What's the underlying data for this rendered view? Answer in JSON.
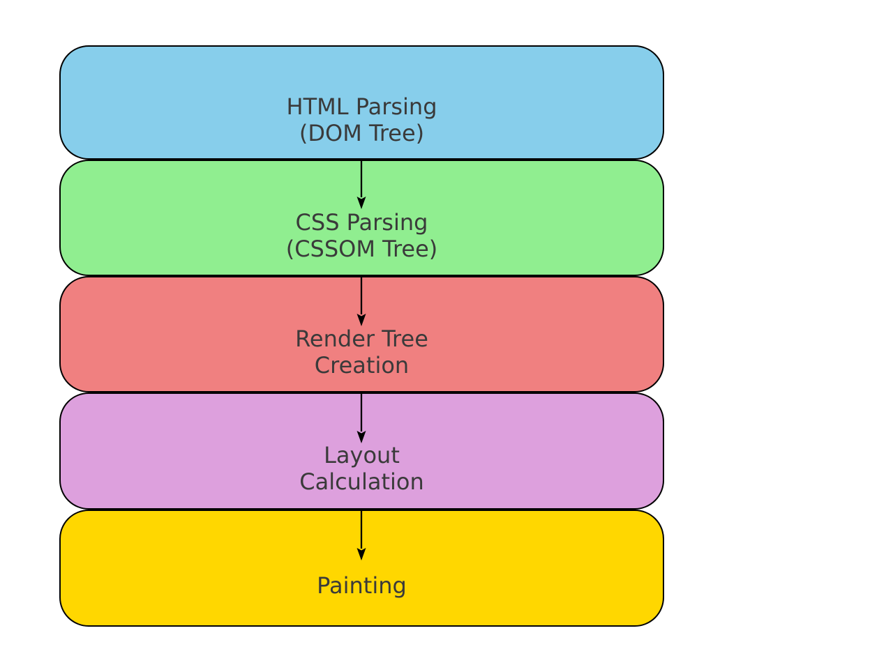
{
  "diagram": {
    "type": "flowchart",
    "direction": "top-down",
    "background": "#ffffff",
    "border_color": "#000000",
    "text_color": "#3a3a3a",
    "arrow_color": "#000000",
    "nodes": [
      {
        "id": "html-parsing",
        "lines": [
          "HTML Parsing",
          "(DOM Tree)"
        ],
        "color": "#87CEEB"
      },
      {
        "id": "css-parsing",
        "lines": [
          "CSS Parsing",
          "(CSSOM Tree)"
        ],
        "color": "#90EE90"
      },
      {
        "id": "render-tree-creation",
        "lines": [
          "Render Tree",
          "Creation"
        ],
        "color": "#F08080"
      },
      {
        "id": "layout-calculation",
        "lines": [
          "Layout",
          "Calculation"
        ],
        "color": "#DDA0DD"
      },
      {
        "id": "painting",
        "lines": [
          "Painting"
        ],
        "color": "#FFD700"
      }
    ],
    "edges": [
      {
        "from": "html-parsing",
        "to": "css-parsing"
      },
      {
        "from": "css-parsing",
        "to": "render-tree-creation"
      },
      {
        "from": "render-tree-creation",
        "to": "layout-calculation"
      },
      {
        "from": "layout-calculation",
        "to": "painting"
      }
    ]
  }
}
